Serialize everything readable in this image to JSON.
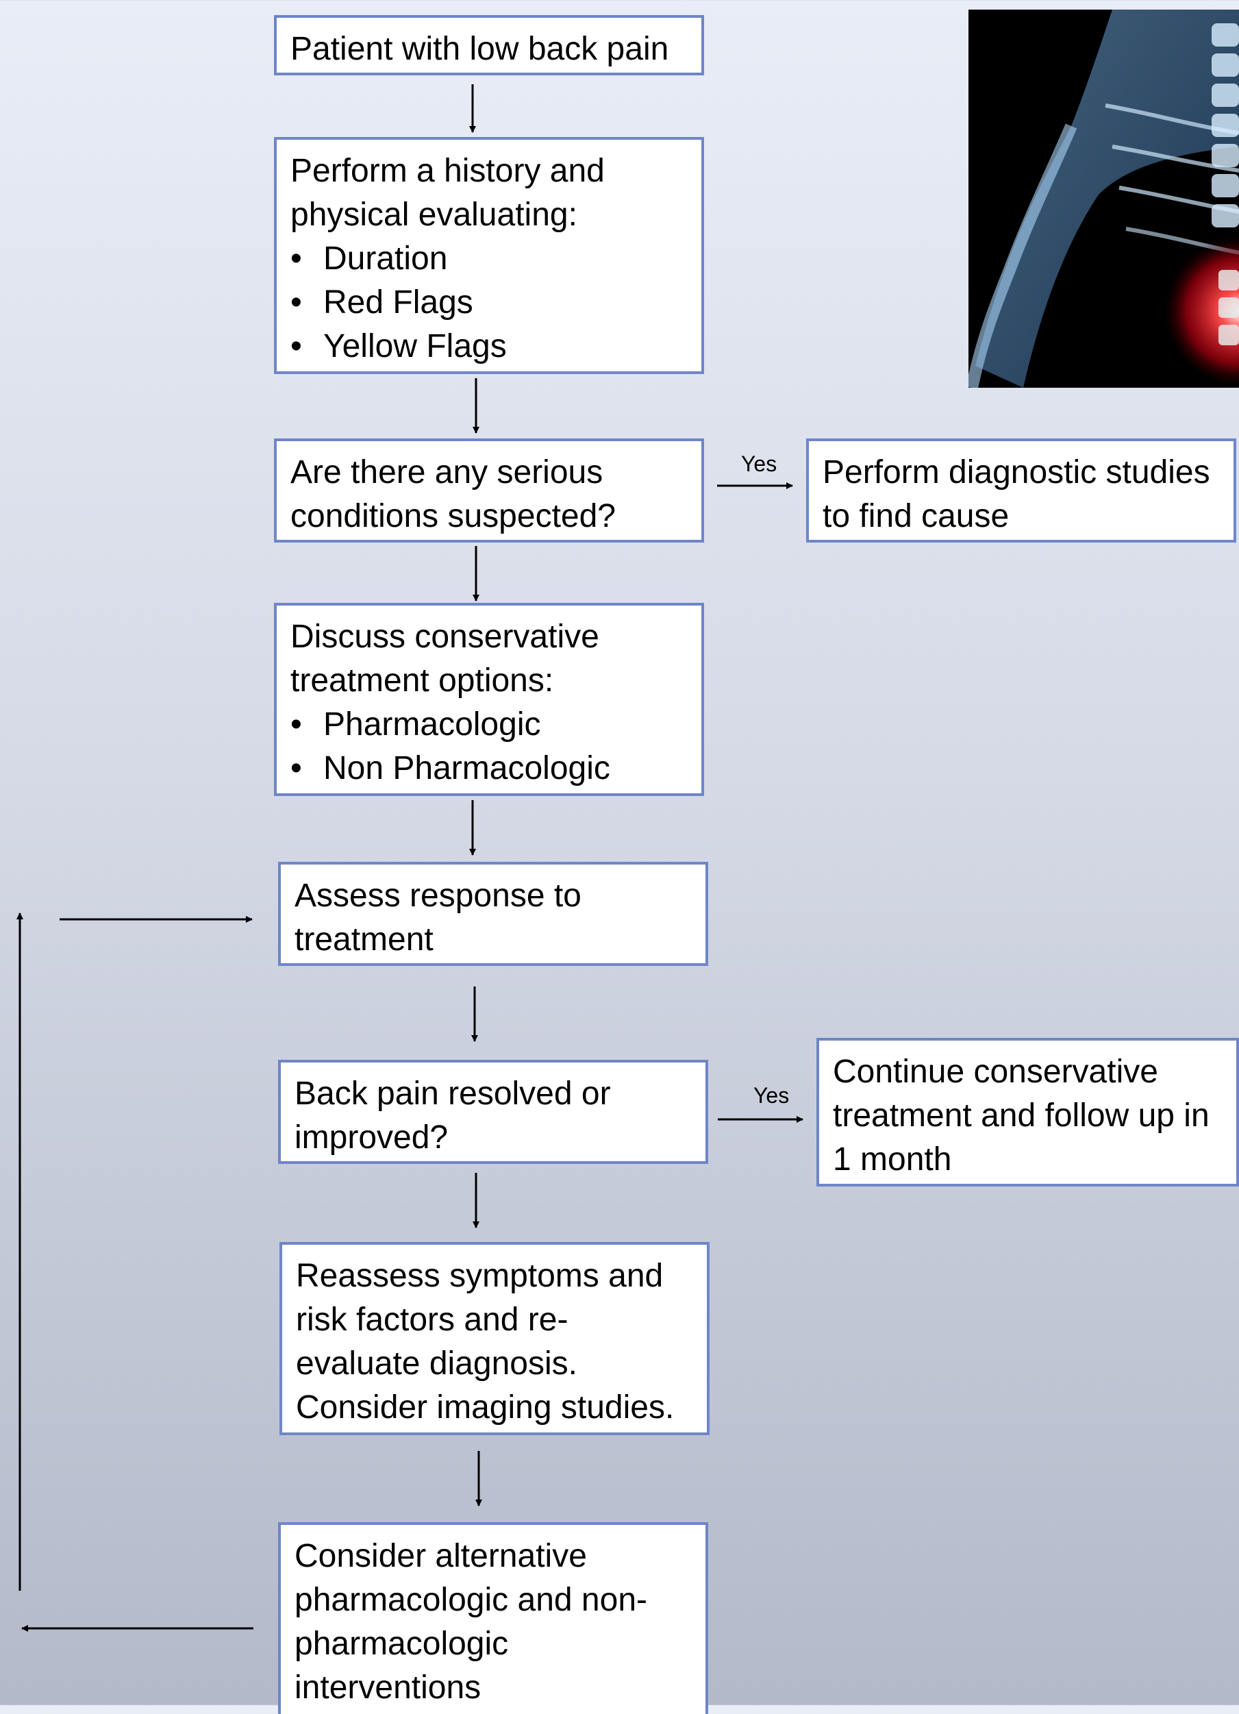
{
  "nodes": {
    "start": {
      "text": "Patient with low back pain"
    },
    "history": {
      "lines": [
        "Perform a history and",
        "physical evaluating:"
      ],
      "bullets": [
        "Duration",
        "Red Flags",
        "Yellow Flags"
      ]
    },
    "serious": {
      "lines": [
        "Are there any serious",
        "conditions suspected?"
      ]
    },
    "diagnostic": {
      "lines": [
        "Perform diagnostic studies",
        "to find cause"
      ]
    },
    "conservative": {
      "lines": [
        "Discuss conservative",
        "treatment options:"
      ],
      "bullets": [
        "Pharmacologic",
        "Non Pharmacologic"
      ]
    },
    "assess": {
      "lines": [
        "Assess response to",
        "treatment"
      ]
    },
    "resolved": {
      "lines": [
        "Back pain resolved or",
        "improved?"
      ]
    },
    "continue": {
      "lines": [
        "Continue conservative",
        "treatment and follow up in",
        "1 month"
      ]
    },
    "reassess": {
      "lines": [
        "Reassess symptoms and",
        "risk factors and re-",
        "evaluate diagnosis.",
        "Consider imaging studies."
      ]
    },
    "alternative": {
      "lines": [
        "Consider alternative",
        "pharmacologic and non-",
        "pharmacologic",
        "interventions"
      ]
    }
  },
  "edge_labels": {
    "yes_1": "Yes",
    "yes_2": "Yes"
  },
  "colors": {
    "box_border": "#6e86c8",
    "arrow": "#000000"
  }
}
